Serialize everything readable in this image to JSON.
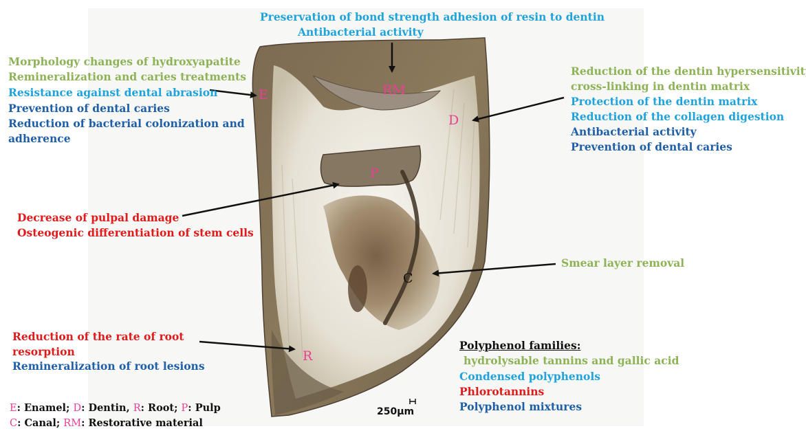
{
  "colors": {
    "green": "#8db356",
    "sky_blue": "#1fa3da",
    "navy_blue": "#1e5fa8",
    "red": "#e01b1b",
    "pink": "#ea3f93",
    "black": "#111111"
  },
  "top": {
    "line1": "Preservation of bond strength adhesion of resin to dentin",
    "line2": "Antibacterial activity"
  },
  "enamel_effects": [
    "Morphology changes of hydroxyapatite",
    "Remineralization and caries treatments",
    "Resistance against dental abrasion",
    "Prevention of dental caries",
    "Reduction of bacterial colonization and",
    "adherence"
  ],
  "dentin_effects": [
    "Reduction of the dentin hypersensitivity",
    "cross-linking in dentin matrix",
    "Protection of the dentin matrix",
    "Reduction of the collagen digestion",
    "Antibacterial activity",
    "Prevention of dental caries"
  ],
  "pulp_effects": [
    "Decrease of pulpal damage",
    "Osteogenic differentiation of stem cells"
  ],
  "canal_effects": [
    "Smear layer removal"
  ],
  "root_effects": [
    "Reduction of the rate of root",
    "resorption",
    "Remineralization of root lesions"
  ],
  "tooth_labels": {
    "E": "E",
    "D": "D",
    "RM": "RM",
    "P": "P",
    "C": "C",
    "R": "R"
  },
  "scale_bar": "250µm",
  "legend": {
    "title": "Polyphenol families:",
    "items": [
      "hydrolysable tannins and gallic acid",
      "Condensed polyphenols",
      "Phlorotannins",
      "Polyphenol mixtures"
    ]
  },
  "key": {
    "line1": [
      {
        "abbr": "E",
        "text": ": Enamel; "
      },
      {
        "abbr": "D",
        "text": ": Dentin, "
      },
      {
        "abbr": "R",
        "text": ": Root; "
      },
      {
        "abbr": "P",
        "text": ": Pulp"
      }
    ],
    "line2": [
      {
        "abbr": "C",
        "text": ": Canal; "
      },
      {
        "abbr": "RM",
        "text": ": Restorative material"
      }
    ]
  }
}
